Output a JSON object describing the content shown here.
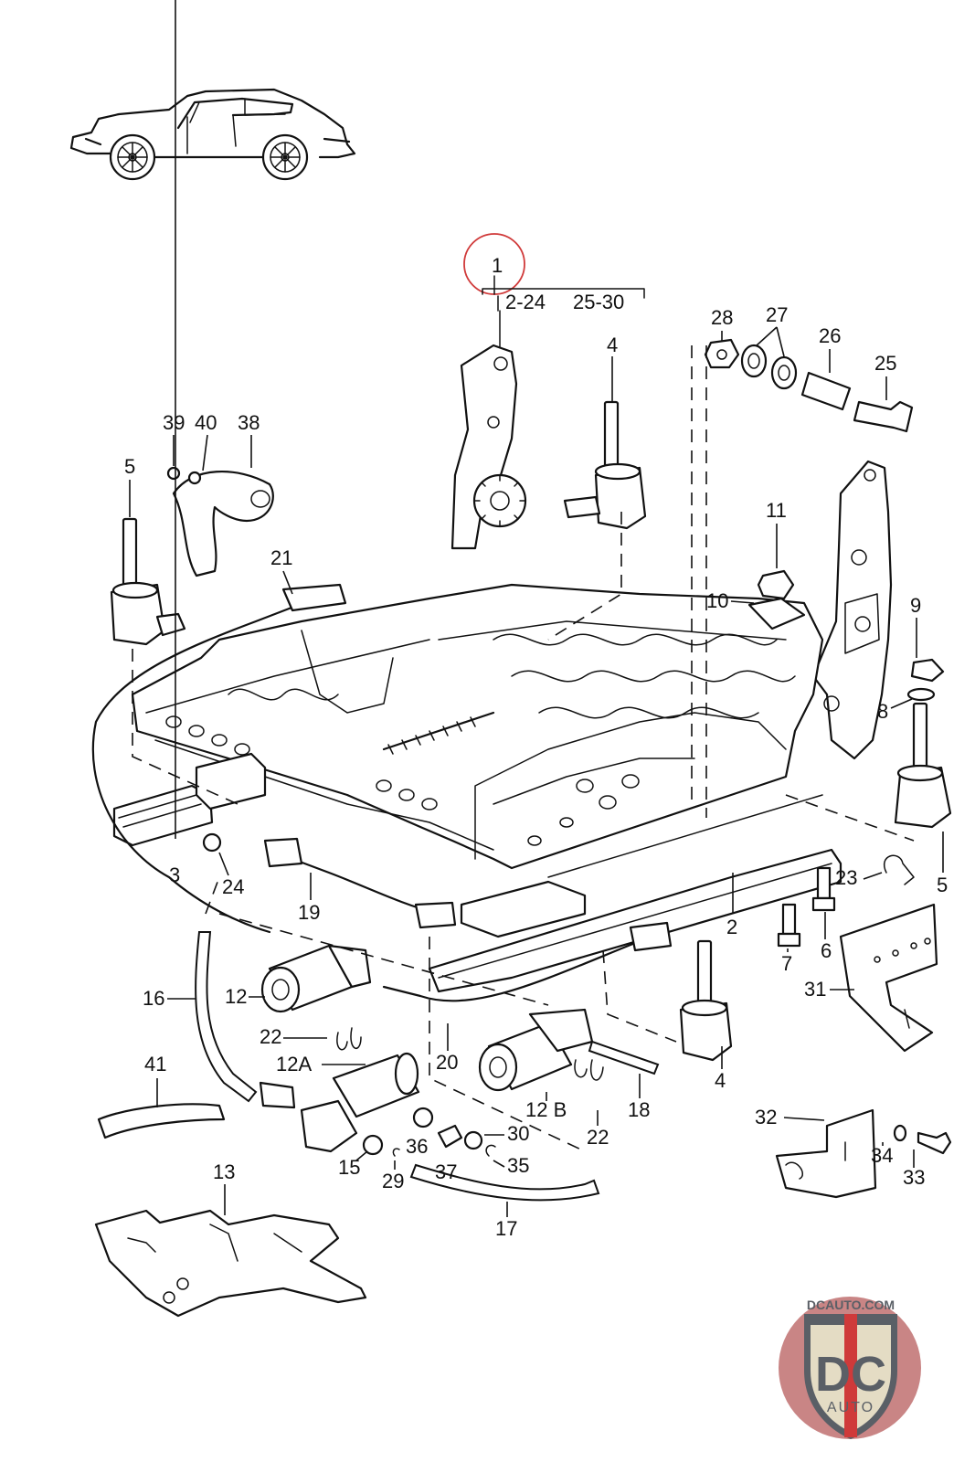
{
  "diagram": {
    "title_callout": "1",
    "title_group_labels": [
      "2-24",
      "25-30"
    ],
    "highlight_color": "#d03a3a",
    "callouts": [
      {
        "id": "c1",
        "text": "1"
      },
      {
        "id": "c2a",
        "text": "2"
      },
      {
        "id": "c3",
        "text": "3"
      },
      {
        "id": "c4a",
        "text": "4"
      },
      {
        "id": "c4b",
        "text": "4"
      },
      {
        "id": "c5a",
        "text": "5"
      },
      {
        "id": "c5b",
        "text": "5"
      },
      {
        "id": "c6",
        "text": "6"
      },
      {
        "id": "c7",
        "text": "7"
      },
      {
        "id": "c8",
        "text": "8"
      },
      {
        "id": "c9",
        "text": "9"
      },
      {
        "id": "c10",
        "text": "10"
      },
      {
        "id": "c11",
        "text": "11"
      },
      {
        "id": "c12",
        "text": "12"
      },
      {
        "id": "c12a",
        "text": "12A"
      },
      {
        "id": "c12b",
        "text": "12 B"
      },
      {
        "id": "c13",
        "text": "13"
      },
      {
        "id": "c15",
        "text": "15"
      },
      {
        "id": "c16",
        "text": "16"
      },
      {
        "id": "c17",
        "text": "17"
      },
      {
        "id": "c18",
        "text": "18"
      },
      {
        "id": "c19",
        "text": "19"
      },
      {
        "id": "c20",
        "text": "20"
      },
      {
        "id": "c21",
        "text": "21"
      },
      {
        "id": "c22a",
        "text": "22"
      },
      {
        "id": "c22b",
        "text": "22"
      },
      {
        "id": "c23",
        "text": "23"
      },
      {
        "id": "c24",
        "text": "24"
      },
      {
        "id": "c25",
        "text": "25"
      },
      {
        "id": "c26",
        "text": "26"
      },
      {
        "id": "c27",
        "text": "27"
      },
      {
        "id": "c28",
        "text": "28"
      },
      {
        "id": "c29",
        "text": "29"
      },
      {
        "id": "c30",
        "text": "30"
      },
      {
        "id": "c31",
        "text": "31"
      },
      {
        "id": "c32",
        "text": "32"
      },
      {
        "id": "c33",
        "text": "33"
      },
      {
        "id": "c34",
        "text": "34"
      },
      {
        "id": "c35",
        "text": "35"
      },
      {
        "id": "c36",
        "text": "36"
      },
      {
        "id": "c37",
        "text": "37"
      },
      {
        "id": "c38",
        "text": "38"
      },
      {
        "id": "c39",
        "text": "39"
      },
      {
        "id": "c40",
        "text": "40"
      },
      {
        "id": "c41",
        "text": "41"
      }
    ]
  },
  "watermark": {
    "top_text": "DCAUTO.COM",
    "monogram": "DC",
    "bottom_text": "AUTO",
    "colors": {
      "disc": "#c98585",
      "shield_fill": "#e4dcc4",
      "shield_edge": "#5a5f66",
      "stripe": "#cf3a3a",
      "letters": "#5a5f66"
    }
  }
}
